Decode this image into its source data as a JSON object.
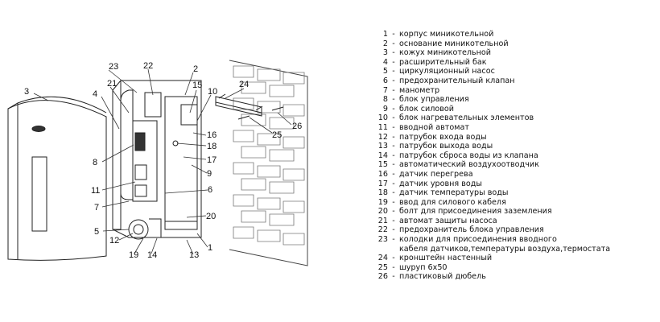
{
  "callouts": [
    "23",
    "22",
    "2",
    "15",
    "10",
    "21",
    "4",
    "3",
    "24",
    "16",
    "18",
    "17",
    "26",
    "25",
    "8",
    "9",
    "11",
    "6",
    "7",
    "20",
    "5",
    "12",
    "19",
    "14",
    "13",
    "1"
  ],
  "legend": {
    "dash": "-",
    "items": [
      {
        "num": "1",
        "text": "корпус миникотельной"
      },
      {
        "num": "2",
        "text": "основание миникотельной"
      },
      {
        "num": "3",
        "text": "кожух миникотельной"
      },
      {
        "num": "4",
        "text": "расширительный бак"
      },
      {
        "num": "5",
        "text": "циркуляционный насос"
      },
      {
        "num": "6",
        "text": "предохранительный клапан"
      },
      {
        "num": "7",
        "text": "манометр"
      },
      {
        "num": "8",
        "text": "блок управления"
      },
      {
        "num": "9",
        "text": "блок силовой"
      },
      {
        "num": "10",
        "text": "блок нагревательных элементов"
      },
      {
        "num": "11",
        "text": "вводной автомат"
      },
      {
        "num": "12",
        "text": "патрубок входа воды"
      },
      {
        "num": "13",
        "text": "патрубок выхода воды"
      },
      {
        "num": "14",
        "text": "патрубок сброса воды из клапана"
      },
      {
        "num": "15",
        "text": "автоматический воздухоотводчик"
      },
      {
        "num": "16",
        "text": "датчик перегрева"
      },
      {
        "num": "17",
        "text": "датчик уровня воды"
      },
      {
        "num": "18",
        "text": "датчик температуры воды"
      },
      {
        "num": "19",
        "text": "ввод для силового кабеля"
      },
      {
        "num": "20",
        "text": "болт для присоединения заземления"
      },
      {
        "num": "21",
        "text": "автомат защиты насоса"
      },
      {
        "num": "22",
        "text": "предохранитель блока управления"
      },
      {
        "num": "23",
        "text": "колодки для присоединения вводного",
        "cont": "кабеля датчиков,температуры воздуха,термостата"
      },
      {
        "num": "24",
        "text": "кронштейн настенный"
      },
      {
        "num": "25",
        "text": "шуруп 6х50"
      },
      {
        "num": "26",
        "text": "пластиковый дюбель"
      }
    ]
  }
}
